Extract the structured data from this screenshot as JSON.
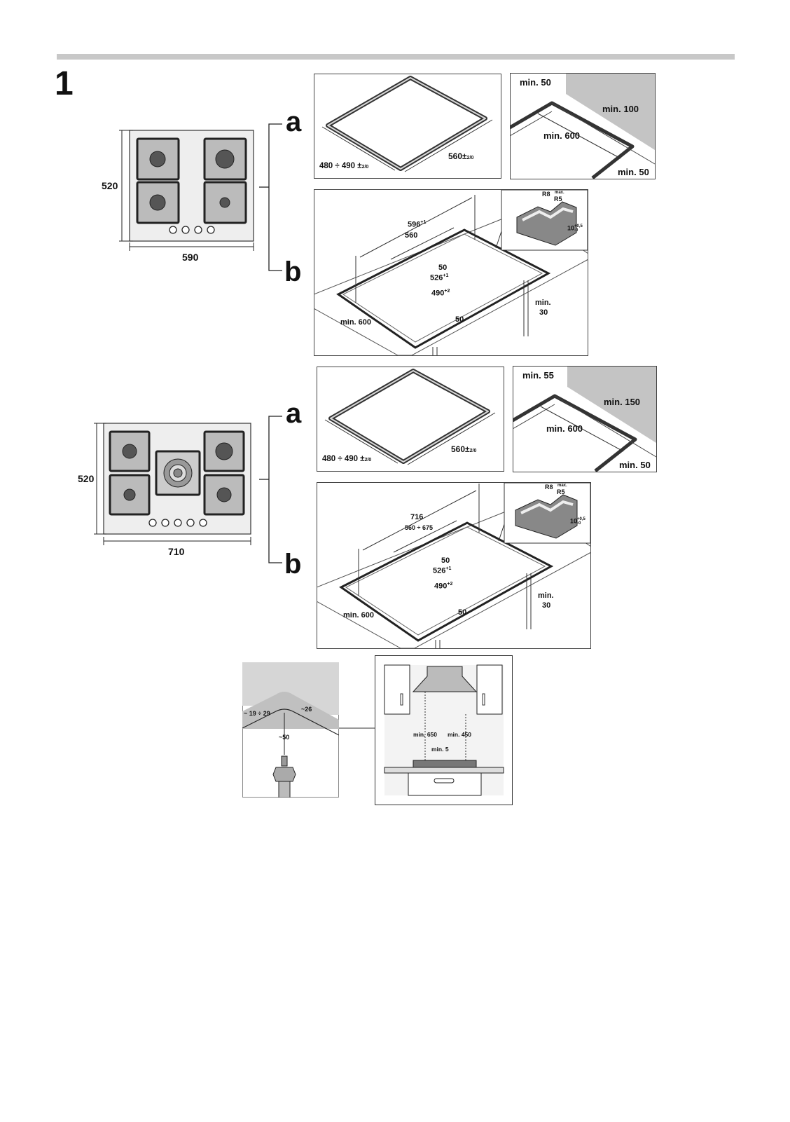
{
  "figure_number": "1",
  "hob1": {
    "width_label": "590",
    "depth_label": "520",
    "letter_a": "a",
    "letter_b": "b",
    "a_cutout": {
      "dim_depth": "480 ÷ 490 ±",
      "dim_depth_tol": "2/0",
      "dim_width": "560±",
      "dim_width_tol": "2/0"
    },
    "a_clearance": {
      "min_back": "min. 50",
      "min_side": "min. 100",
      "min_front_width": "min. 600",
      "min_front": "min. 50"
    },
    "b_install": {
      "d596": "596",
      "d596_tol": "+1",
      "d560": "560",
      "d50a": "50",
      "d526": "526",
      "d526_tol": "+1",
      "d490": "490",
      "d490_tol": "+2",
      "d50b": "50",
      "min600": "min. 600",
      "min30_a": "min.",
      "min30_b": "30",
      "r8": "R8",
      "r5": "R5",
      "max": "max.",
      "d10": "10",
      "d10_tol_top": "+0,5",
      "d10_tol_bot": "-0"
    }
  },
  "hob2": {
    "width_label": "710",
    "depth_label": "520",
    "letter_a": "a",
    "letter_b": "b",
    "a_cutout": {
      "dim_depth": "480 ÷ 490 ±",
      "dim_depth_tol": "2/0",
      "dim_width": "560±",
      "dim_width_tol": "2/0"
    },
    "a_clearance": {
      "min_back": "min. 55",
      "min_side": "min. 150",
      "min_front_width": "min. 600",
      "min_front": "min. 50"
    },
    "b_install": {
      "d716": "716",
      "d560675": "560 ÷ 675",
      "d50a": "50",
      "d526": "526",
      "d526_tol": "+1",
      "d490": "490",
      "d490_tol": "+2",
      "d50b": "50",
      "min600": "min. 600",
      "min30_a": "min.",
      "min30_b": "30",
      "r8": "R8",
      "r5": "R5",
      "max": "max.",
      "d10": "10",
      "d10_tol_top": "+0,5",
      "d10_tol_bot": "-0"
    }
  },
  "bottom": {
    "conn_range": "~ 19 ÷ 29",
    "conn_26": "~26",
    "conn_50": "~50",
    "hood_min650": "min. 650",
    "hood_min450": "min. 450",
    "hood_min5": "min. 5"
  }
}
